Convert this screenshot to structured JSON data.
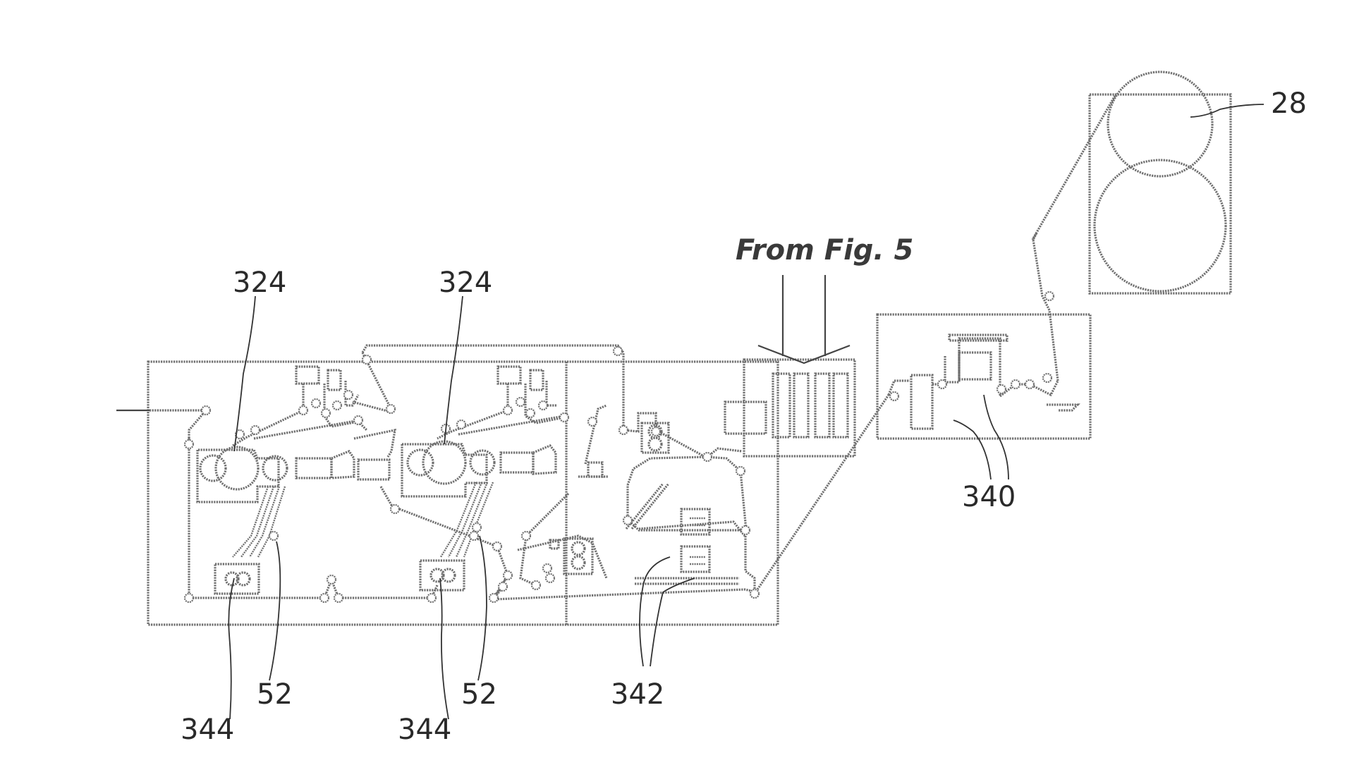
{
  "figure": {
    "incoming_label": "From Fig. 5",
    "reference_numerals": {
      "reel_stand": "28",
      "blanket_cylinder_a": "324",
      "blanket_cylinder_b": "324",
      "supply_a": "344",
      "supply_b": "344",
      "feed_tube_a": "52",
      "feed_tube_b": "52",
      "dryer_units": "342",
      "finishing_units": "340"
    }
  }
}
